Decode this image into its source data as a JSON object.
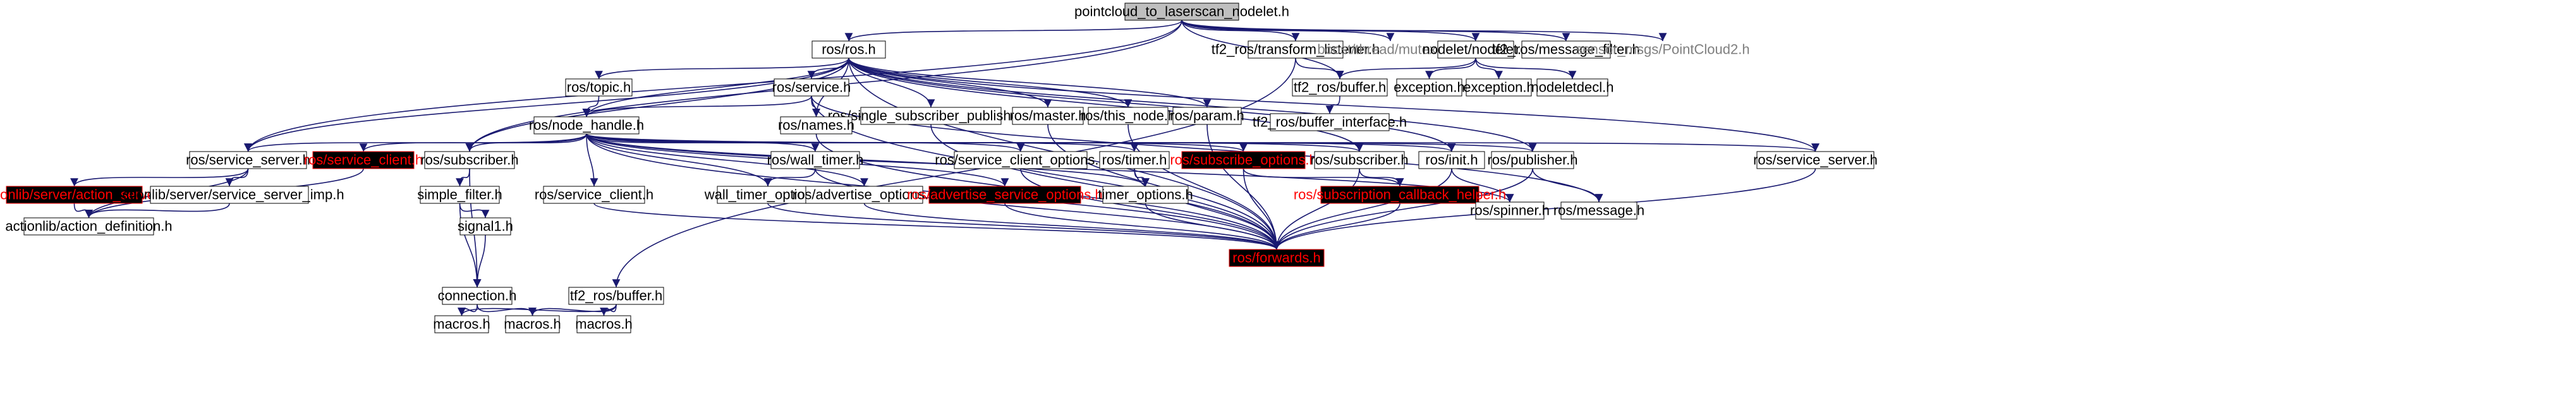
{
  "colors": {
    "edge": "#191970",
    "root_fill": "#bfbfbf",
    "node_fill": "#ffffff",
    "node_border": "#000000",
    "incomplete_border": "#ff0000",
    "unlinked_text": "#7f7f7f"
  },
  "nodes": [
    {
      "id": "root",
      "label": "pointcloud_to_laserscan_nodelet.h",
      "style": "root"
    },
    {
      "id": "ros_h",
      "label": "ros/ros.h",
      "style": "plain"
    },
    {
      "id": "tf2_tl",
      "label": "tf2_ros/transform_listener.h",
      "style": "plain"
    },
    {
      "id": "boost_mutex",
      "label": "boost/thread/mutex.hpp",
      "style": "bare"
    },
    {
      "id": "nodelet_h",
      "label": "nodelet/nodelet.h",
      "style": "plain"
    },
    {
      "id": "tf2_mf",
      "label": "tf2_ros/message_filter.h",
      "style": "plain"
    },
    {
      "id": "sensor_pc2",
      "label": "sensor_msgs/PointCloud2.h",
      "style": "bare"
    },
    {
      "id": "ros_topic",
      "label": "ros/topic.h",
      "style": "plain"
    },
    {
      "id": "ros_service",
      "label": "ros/service.h",
      "style": "plain"
    },
    {
      "id": "ros_ssp",
      "label": "ros/single_subscriber_publisher.h",
      "style": "plain"
    },
    {
      "id": "ros_master",
      "label": "ros/master.h",
      "style": "plain"
    },
    {
      "id": "ros_this_node",
      "label": "ros/this_node.h",
      "style": "plain"
    },
    {
      "id": "ros_param",
      "label": "ros/param.h",
      "style": "plain"
    },
    {
      "id": "tf2_buffer_top",
      "label": "tf2_ros/buffer.h",
      "style": "plain"
    },
    {
      "id": "exception_a",
      "label": "exception.h",
      "style": "plain"
    },
    {
      "id": "exception_b",
      "label": "exception.h",
      "style": "plain"
    },
    {
      "id": "nodeletdecl",
      "label": "nodeletdecl.h",
      "style": "plain"
    },
    {
      "id": "tf2_bi",
      "label": "tf2_ros/buffer_interface.h",
      "style": "plain"
    },
    {
      "id": "ros_nh",
      "label": "ros/node_handle.h",
      "style": "plain"
    },
    {
      "id": "ros_names",
      "label": "ros/names.h",
      "style": "plain"
    },
    {
      "id": "ros_ss_srv",
      "label": "ros/service_server.h",
      "style": "plain"
    },
    {
      "id": "ros_sc_red",
      "label": "ros/service_client.h",
      "style": "red"
    },
    {
      "id": "ros_sub_top",
      "label": "ros/subscriber.h",
      "style": "plain"
    },
    {
      "id": "ros_wall_timer",
      "label": "ros/wall_timer.h",
      "style": "plain"
    },
    {
      "id": "ros_sco",
      "label": "ros/service_client_options.h",
      "style": "plain"
    },
    {
      "id": "ros_timer",
      "label": "ros/timer.h",
      "style": "plain"
    },
    {
      "id": "ros_sub_opts",
      "label": "ros/subscribe_options.h",
      "style": "red"
    },
    {
      "id": "ros_sub_mid",
      "label": "ros/subscriber.h",
      "style": "plain"
    },
    {
      "id": "ros_init",
      "label": "ros/init.h",
      "style": "plain"
    },
    {
      "id": "ros_publisher",
      "label": "ros/publisher.h",
      "style": "plain"
    },
    {
      "id": "ros_ss_right",
      "label": "ros/service_server.h",
      "style": "plain"
    },
    {
      "id": "al_as",
      "label": "actionlib/server/action_server.h",
      "style": "red"
    },
    {
      "id": "al_ssi",
      "label": "actionlib/server/service_server_imp.h",
      "style": "plain"
    },
    {
      "id": "simple_filter",
      "label": "simple_filter.h",
      "style": "plain"
    },
    {
      "id": "ros_sc_plain",
      "label": "ros/service_client.h",
      "style": "plain"
    },
    {
      "id": "wall_timer_opts",
      "label": "wall_timer_options.h",
      "style": "plain"
    },
    {
      "id": "ros_adv_opts",
      "label": "ros/advertise_options.h",
      "style": "plain"
    },
    {
      "id": "ros_adv_srv_opts",
      "label": "ros/advertise_service_options.h",
      "style": "red"
    },
    {
      "id": "timer_opts",
      "label": "timer_options.h",
      "style": "plain"
    },
    {
      "id": "ros_sch",
      "label": "ros/subscription_callback_helper.h",
      "style": "red"
    },
    {
      "id": "ros_spinner",
      "label": "ros/spinner.h",
      "style": "plain"
    },
    {
      "id": "ros_message",
      "label": "ros/message.h",
      "style": "plain"
    },
    {
      "id": "al_ad",
      "label": "actionlib/action_definition.h",
      "style": "plain"
    },
    {
      "id": "signal1",
      "label": "signal1.h",
      "style": "plain"
    },
    {
      "id": "ros_forwards",
      "label": "ros/forwards.h",
      "style": "red"
    },
    {
      "id": "tf2_buffer_bot",
      "label": "tf2_ros/buffer.h",
      "style": "plain"
    },
    {
      "id": "connection",
      "label": "connection.h",
      "style": "plain"
    },
    {
      "id": "macros_a",
      "label": "macros.h",
      "style": "plain"
    },
    {
      "id": "macros_b",
      "label": "macros.h",
      "style": "plain"
    },
    {
      "id": "macros_c",
      "label": "macros.h",
      "style": "plain"
    }
  ],
  "edges": [
    [
      "root",
      "ros_h"
    ],
    [
      "root",
      "tf2_tl"
    ],
    [
      "root",
      "boost_mutex"
    ],
    [
      "root",
      "nodelet_h"
    ],
    [
      "root",
      "tf2_mf"
    ],
    [
      "root",
      "sensor_pc2"
    ],
    [
      "root",
      "tf2_buffer_top"
    ],
    [
      "root",
      "ros_ss_srv"
    ],
    [
      "root",
      "ros_sub_top"
    ],
    [
      "ros_h",
      "ros_topic"
    ],
    [
      "ros_h",
      "ros_service"
    ],
    [
      "ros_h",
      "ros_nh"
    ],
    [
      "ros_h",
      "ros_ssp"
    ],
    [
      "ros_h",
      "ros_master"
    ],
    [
      "ros_h",
      "ros_this_node"
    ],
    [
      "ros_h",
      "ros_param"
    ],
    [
      "ros_h",
      "ros_names"
    ],
    [
      "ros_h",
      "ros_sub_mid"
    ],
    [
      "ros_h",
      "ros_init"
    ],
    [
      "ros_h",
      "ros_publisher"
    ],
    [
      "ros_h",
      "ros_ss_right"
    ],
    [
      "ros_h",
      "ros_sub_top"
    ],
    [
      "ros_h",
      "ros_ss_srv"
    ],
    [
      "ros_h",
      "ros_forwards"
    ],
    [
      "tf2_tl",
      "tf2_buffer_top"
    ],
    [
      "tf2_tl",
      "tf2_buffer_bot"
    ],
    [
      "nodelet_h",
      "exception_a"
    ],
    [
      "nodelet_h",
      "exception_b"
    ],
    [
      "nodelet_h",
      "nodeletdecl"
    ],
    [
      "nodelet_h",
      "tf2_buffer_top"
    ],
    [
      "tf2_buffer_top",
      "tf2_bi"
    ],
    [
      "ros_topic",
      "ros_nh"
    ],
    [
      "ros_service",
      "ros_nh"
    ],
    [
      "ros_service",
      "ros_names"
    ],
    [
      "ros_service",
      "ros_message"
    ],
    [
      "ros_service",
      "ros_forwards"
    ],
    [
      "ros_nh",
      "ros_ss_srv"
    ],
    [
      "ros_nh",
      "ros_sc_red"
    ],
    [
      "ros_nh",
      "ros_sub_top"
    ],
    [
      "ros_nh",
      "ros_wall_timer"
    ],
    [
      "ros_nh",
      "ros_sco"
    ],
    [
      "ros_nh",
      "ros_timer"
    ],
    [
      "ros_nh",
      "ros_sub_opts"
    ],
    [
      "ros_nh",
      "ros_sub_mid"
    ],
    [
      "ros_nh",
      "ros_init"
    ],
    [
      "ros_nh",
      "ros_publisher"
    ],
    [
      "ros_nh",
      "ros_ss_right"
    ],
    [
      "ros_nh",
      "ros_sc_plain"
    ],
    [
      "ros_nh",
      "wall_timer_opts"
    ],
    [
      "ros_nh",
      "ros_adv_opts"
    ],
    [
      "ros_nh",
      "ros_adv_srv_opts"
    ],
    [
      "ros_nh",
      "timer_opts"
    ],
    [
      "ros_nh",
      "ros_spinner"
    ],
    [
      "ros_nh",
      "ros_forwards"
    ],
    [
      "ros_names",
      "ros_forwards"
    ],
    [
      "ros_ss_srv",
      "al_as"
    ],
    [
      "ros_ss_srv",
      "al_ssi"
    ],
    [
      "ros_ss_srv",
      "al_ad"
    ],
    [
      "ros_sc_red",
      "al_ad"
    ],
    [
      "ros_sub_top",
      "simple_filter"
    ],
    [
      "ros_sub_top",
      "connection"
    ],
    [
      "ros_wall_timer",
      "wall_timer_opts"
    ],
    [
      "ros_wall_timer",
      "ros_forwards"
    ],
    [
      "ros_timer",
      "timer_opts"
    ],
    [
      "ros_timer",
      "ros_forwards"
    ],
    [
      "ros_sub_opts",
      "ros_sch"
    ],
    [
      "ros_sub_opts",
      "ros_forwards"
    ],
    [
      "ros_sub_mid",
      "ros_sch"
    ],
    [
      "ros_sub_mid",
      "ros_forwards"
    ],
    [
      "ros_init",
      "ros_spinner"
    ],
    [
      "ros_init",
      "ros_forwards"
    ],
    [
      "ros_publisher",
      "ros_message"
    ],
    [
      "ros_publisher",
      "ros_forwards"
    ],
    [
      "ros_ss_right",
      "ros_forwards"
    ],
    [
      "ros_ssp",
      "ros_forwards"
    ],
    [
      "ros_master",
      "ros_forwards"
    ],
    [
      "ros_this_node",
      "ros_forwards"
    ],
    [
      "ros_param",
      "ros_forwards"
    ],
    [
      "al_as",
      "al_ad"
    ],
    [
      "al_ssi",
      "al_ad"
    ],
    [
      "simple_filter",
      "signal1"
    ],
    [
      "simple_filter",
      "connection"
    ],
    [
      "signal1",
      "connection"
    ],
    [
      "ros_sc_plain",
      "ros_forwards"
    ],
    [
      "wall_timer_opts",
      "ros_forwards"
    ],
    [
      "ros_adv_opts",
      "ros_forwards"
    ],
    [
      "ros_adv_srv_opts",
      "ros_forwards"
    ],
    [
      "timer_opts",
      "ros_forwards"
    ],
    [
      "ros_sch",
      "ros_forwards"
    ],
    [
      "ros_sco",
      "ros_forwards"
    ],
    [
      "connection",
      "macros_a"
    ],
    [
      "connection",
      "macros_b"
    ],
    [
      "tf2_buffer_bot",
      "macros_a"
    ],
    [
      "tf2_buffer_bot",
      "macros_b"
    ],
    [
      "tf2_buffer_bot",
      "macros_c"
    ]
  ]
}
